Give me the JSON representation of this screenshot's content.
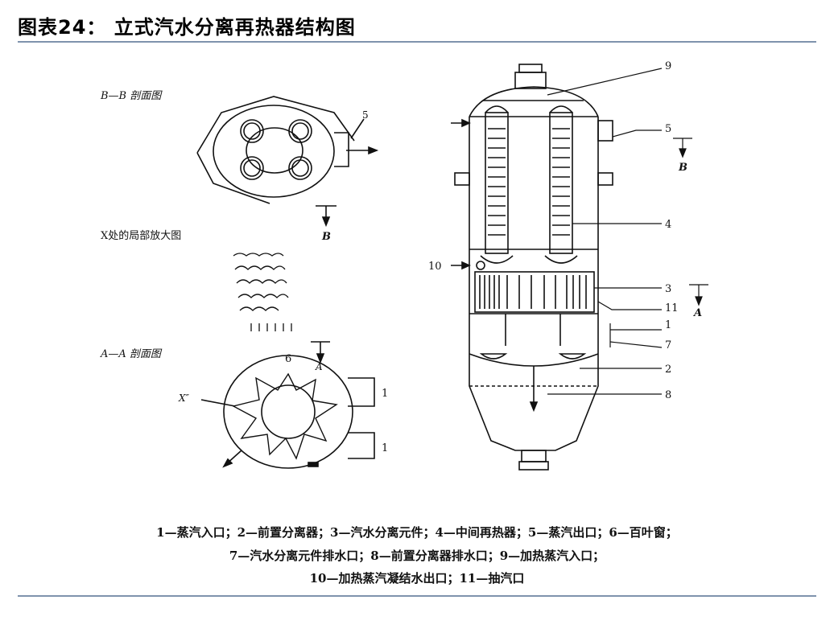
{
  "title": "图表24：  立式汽水分离再热器结构图",
  "diagram": {
    "views": {
      "bb": "B—B 剖面图",
      "x_detail": "X处的局部放大图",
      "aa": "A—A 剖面图"
    },
    "labels": {
      "n1": "1",
      "n2": "2",
      "n3": "3",
      "n4": "4",
      "n5": "5",
      "n6": "6",
      "n7": "7",
      "n8": "8",
      "n9": "9",
      "n10": "10",
      "n11": "11",
      "A": "A",
      "B": "B",
      "X2": "X″",
      "n5_left": "5",
      "n1_left_a": "1",
      "n1_left_b": "1",
      "n6_left": "6"
    }
  },
  "caption": {
    "line1": "1—蒸汽入口；2—前置分离器；3—汽水分离元件；4—中间再热器；5—蒸汽出口；6—百叶窗；",
    "line2": "7—汽水分离元件排水口；8—前置分离器排水口；9—加热蒸汽入口；",
    "line3": "10—加热蒸汽凝结水出口；11—抽汽口"
  }
}
